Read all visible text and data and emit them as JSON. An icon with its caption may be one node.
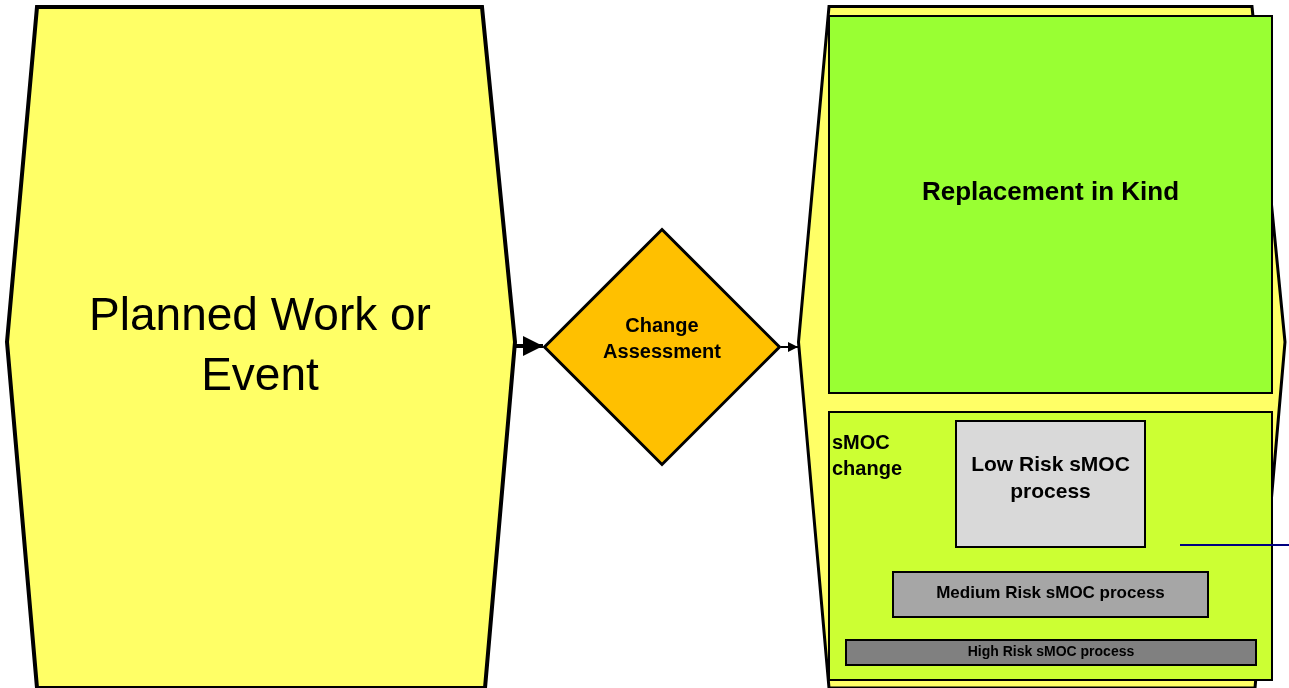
{
  "diagram": {
    "nodes": [
      {
        "text": [
          "Planned Work or Event"
        ]
      },
      {
        "text": [
          "Change Assessment"
        ]
      },
      {
        "text": [],
        "shape": "hexagon"
      },
      {
        "text": [
          "Replacement in Kind"
        ],
        "in": 2
      },
      {
        "text": [
          "sMOC change"
        ],
        "in": 2
      },
      {
        "text": [
          "Low Risk sMOC process"
        ],
        "in": 4
      },
      {
        "text": [
          "Medium Risk sMOC process"
        ],
        "in": 4
      },
      {
        "text": [
          "High Risk sMOC process"
        ],
        "in": 4
      }
    ],
    "edges": [
      {
        "from": 0,
        "to": 1,
        "arrow": "to",
        "style": "thick"
      },
      {
        "from": 1,
        "to": 2,
        "arrow": "to"
      },
      {
        "from": 4,
        "to": null,
        "arrow": "none",
        "color": "#000080"
      }
    ]
  }
}
